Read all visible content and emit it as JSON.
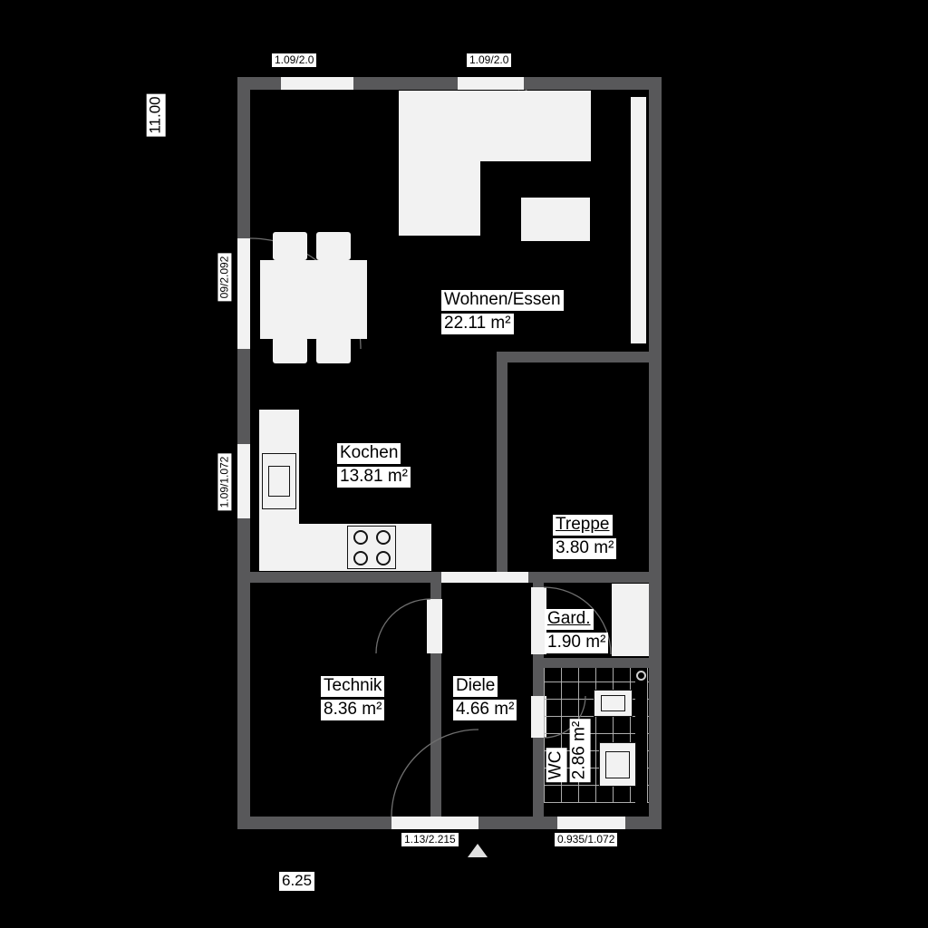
{
  "colors": {
    "background": "#000000",
    "wall": "#58585a",
    "fixture": "#f2f2f2",
    "label_bg": "#ffffff",
    "label_text": "#000000"
  },
  "rooms": {
    "wohnen": {
      "name": "Wohnen/Essen",
      "area": "22.11 m²"
    },
    "kochen": {
      "name": "Kochen",
      "area": "13.81 m²"
    },
    "treppe": {
      "name": "Treppe",
      "area": "3.80 m²"
    },
    "gard": {
      "name": "Gard.",
      "area": "1.90 m²"
    },
    "technik": {
      "name": "Technik",
      "area": "8.36 m²"
    },
    "diele": {
      "name": "Diele",
      "area": "4.66 m²"
    },
    "wc": {
      "name": "WC",
      "area": "2.86 m²"
    }
  },
  "dimensions": {
    "top_left_opening": "1.09/2.0",
    "top_right_opening": "1.09/2.0",
    "left_total": "11.00",
    "left_upper_opening": "09/2.092",
    "left_lower_opening": "1.09/1.072",
    "bottom_entrance": "1.13/2.215",
    "bottom_right_opening": "0.935/1.072",
    "bottom_total": "6.25"
  }
}
